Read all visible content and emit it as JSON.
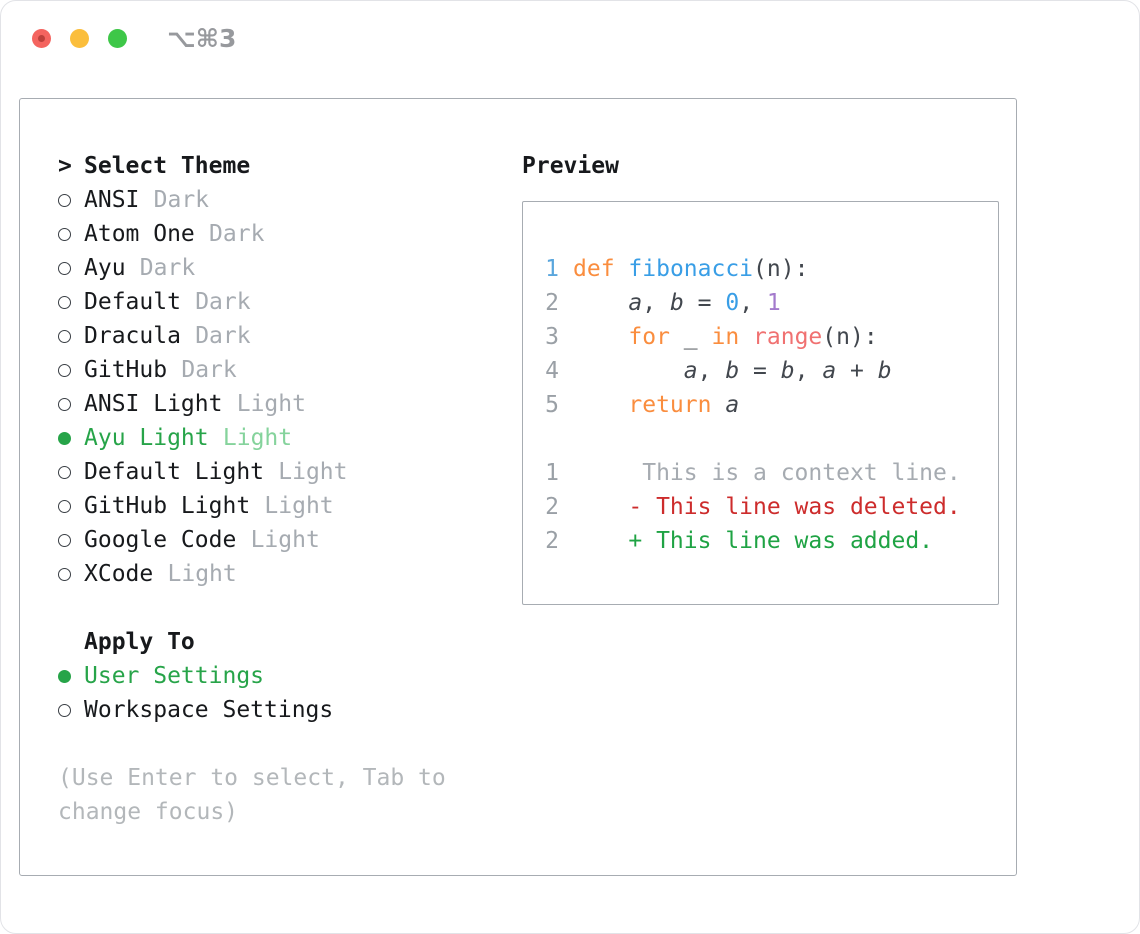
{
  "window": {
    "shortcut": "⌥⌘3"
  },
  "theme_selector": {
    "marker": ">",
    "title": "Select Theme",
    "items": [
      {
        "name": "ANSI",
        "variant": "Dark",
        "selected": false
      },
      {
        "name": "Atom One",
        "variant": "Dark",
        "selected": false
      },
      {
        "name": "Ayu",
        "variant": "Dark",
        "selected": false
      },
      {
        "name": "Default",
        "variant": "Dark",
        "selected": false
      },
      {
        "name": "Dracula",
        "variant": "Dark",
        "selected": false
      },
      {
        "name": "GitHub",
        "variant": "Dark",
        "selected": false
      },
      {
        "name": "ANSI Light",
        "variant": "Light",
        "selected": false
      },
      {
        "name": "Ayu Light",
        "variant": "Light",
        "selected": true
      },
      {
        "name": "Default Light",
        "variant": "Light",
        "selected": false
      },
      {
        "name": "GitHub Light",
        "variant": "Light",
        "selected": false
      },
      {
        "name": "Google Code",
        "variant": "Light",
        "selected": false
      },
      {
        "name": "XCode",
        "variant": "Light",
        "selected": false
      }
    ]
  },
  "apply_to": {
    "title": "Apply To",
    "options": [
      {
        "label": "User Settings",
        "selected": true
      },
      {
        "label": "Workspace Settings",
        "selected": false
      }
    ]
  },
  "hint": "(Use Enter to select, Tab to change focus)",
  "preview": {
    "title": "Preview",
    "code_lines": [
      {
        "num": "1",
        "num_c": "gutter_active",
        "tokens": [
          {
            "t": "def",
            "c": "orange"
          },
          {
            "t": " ",
            "c": "plain"
          },
          {
            "t": "fibonacci",
            "c": "blue"
          },
          {
            "t": "(n):",
            "c": "plain"
          }
        ]
      },
      {
        "num": "2",
        "num_c": "gutter",
        "tokens": [
          {
            "t": "    ",
            "c": "plain"
          },
          {
            "t": "a",
            "c": "italic"
          },
          {
            "t": ", ",
            "c": "plain"
          },
          {
            "t": "b",
            "c": "italic"
          },
          {
            "t": " = ",
            "c": "plain"
          },
          {
            "t": "0",
            "c": "blue"
          },
          {
            "t": ", ",
            "c": "plain"
          },
          {
            "t": "1",
            "c": "purple"
          }
        ]
      },
      {
        "num": "3",
        "num_c": "gutter",
        "tokens": [
          {
            "t": "    ",
            "c": "plain"
          },
          {
            "t": "for",
            "c": "orange"
          },
          {
            "t": " _ ",
            "c": "plain"
          },
          {
            "t": "in",
            "c": "orange"
          },
          {
            "t": " ",
            "c": "plain"
          },
          {
            "t": "range",
            "c": "pink"
          },
          {
            "t": "(n):",
            "c": "plain"
          }
        ]
      },
      {
        "num": "4",
        "num_c": "gutter",
        "tokens": [
          {
            "t": "        ",
            "c": "plain"
          },
          {
            "t": "a",
            "c": "italic"
          },
          {
            "t": ", ",
            "c": "plain"
          },
          {
            "t": "b",
            "c": "italic"
          },
          {
            "t": " = ",
            "c": "plain"
          },
          {
            "t": "b",
            "c": "italic"
          },
          {
            "t": ", ",
            "c": "plain"
          },
          {
            "t": "a",
            "c": "italic"
          },
          {
            "t": " + ",
            "c": "plain"
          },
          {
            "t": "b",
            "c": "italic"
          }
        ]
      },
      {
        "num": "5",
        "num_c": "gutter",
        "tokens": [
          {
            "t": "    ",
            "c": "plain"
          },
          {
            "t": "return",
            "c": "orange"
          },
          {
            "t": " ",
            "c": "plain"
          },
          {
            "t": "a",
            "c": "italic"
          }
        ]
      }
    ],
    "diff_lines": [
      {
        "num": "1",
        "text": "     This is a context line.",
        "c": "context"
      },
      {
        "num": "2",
        "text": "    - This line was deleted.",
        "c": "deleted"
      },
      {
        "num": "2",
        "text": "    + This line was added.",
        "c": "added"
      }
    ]
  },
  "colors": {
    "text": "#17191c",
    "plain": "#42474e",
    "orange": "#fa8d3e",
    "blue": "#399ee6",
    "purple": "#a37acc",
    "pink": "#f07171",
    "gutter": "#9aa0a6",
    "gutter_active": "#5aa6dd",
    "context": "#a6abb1",
    "deleted": "#cd2c2c",
    "added": "#1fa344",
    "selected_green": "#27a449",
    "selected_green_light": "#85d39c",
    "muted": "#a6abb1",
    "hint": "#b3b7ba"
  }
}
